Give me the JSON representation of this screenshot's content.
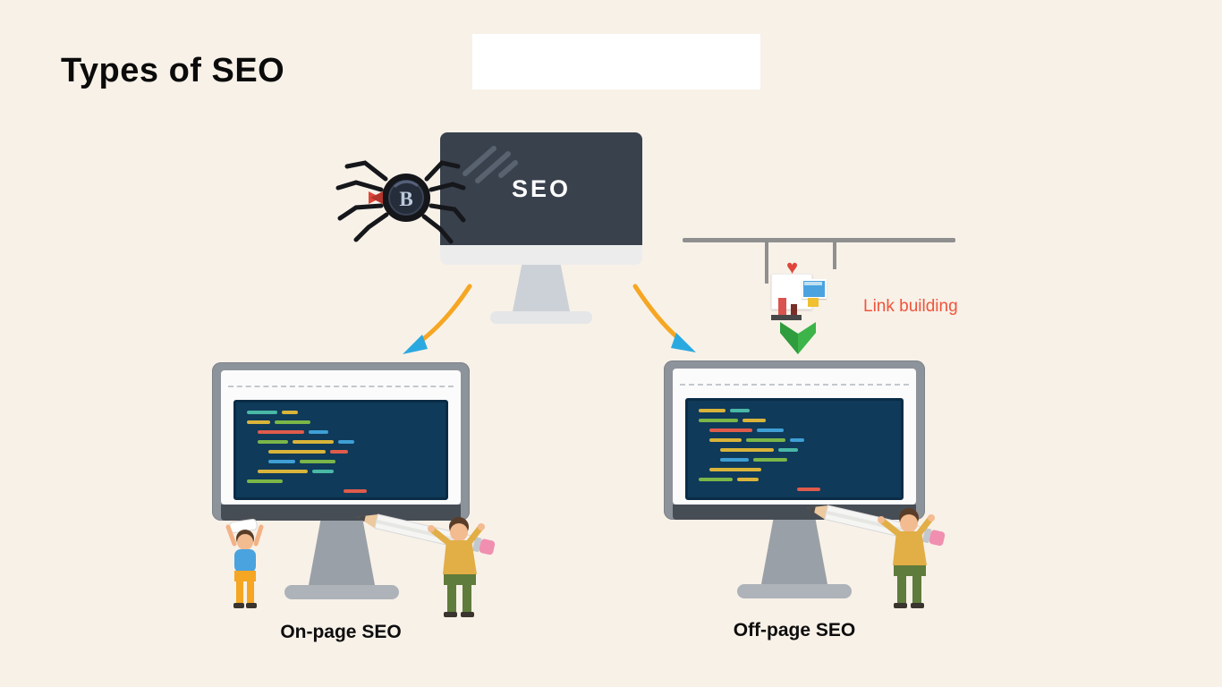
{
  "page": {
    "title": "Types of SEO",
    "background": "#f8f1e8"
  },
  "center": {
    "screen_label": "SEO"
  },
  "crawler": {
    "badge": "B"
  },
  "link_building": {
    "label": "Link building",
    "text_color": "#f0543c"
  },
  "stations": {
    "left": {
      "caption": "On-page SEO"
    },
    "right": {
      "caption": "Off-page SEO"
    }
  },
  "colors": {
    "background": "#f8f1e8",
    "monitor_dark": "#39414d",
    "code_panel": "#0f3a5a",
    "arrow": "#f5a623",
    "arrowhead": "#2aa9e0",
    "green_arrow": "#3cb44a",
    "caption_text": "#0d0d0d"
  },
  "code_rows_left": [
    {
      "indent": 2,
      "seg": [
        {
          "w": 34,
          "c": "#49b8a5"
        },
        {
          "w": 18,
          "c": "#d9b43a"
        }
      ]
    },
    {
      "indent": 2,
      "seg": [
        {
          "w": 26,
          "c": "#d9b43a"
        },
        {
          "w": 40,
          "c": "#7ab648"
        }
      ]
    },
    {
      "indent": 14,
      "seg": [
        {
          "w": 52,
          "c": "#e05b4b"
        },
        {
          "w": 22,
          "c": "#3e9fd4"
        }
      ]
    },
    {
      "indent": 14,
      "seg": [
        {
          "w": 34,
          "c": "#7ab648"
        },
        {
          "w": 46,
          "c": "#d9b43a"
        },
        {
          "w": 18,
          "c": "#3e9fd4"
        }
      ]
    },
    {
      "indent": 26,
      "seg": [
        {
          "w": 64,
          "c": "#d9b43a"
        },
        {
          "w": 20,
          "c": "#e05b4b"
        }
      ]
    },
    {
      "indent": 26,
      "seg": [
        {
          "w": 30,
          "c": "#3e9fd4"
        },
        {
          "w": 40,
          "c": "#7ab648"
        }
      ]
    },
    {
      "indent": 14,
      "seg": [
        {
          "w": 56,
          "c": "#d9b43a"
        },
        {
          "w": 24,
          "c": "#49b8a5"
        }
      ]
    },
    {
      "indent": 2,
      "seg": [
        {
          "w": 40,
          "c": "#7ab648"
        }
      ]
    },
    {
      "indent": 110,
      "seg": [
        {
          "w": 26,
          "c": "#e05b4b"
        }
      ]
    }
  ],
  "code_rows_right": [
    {
      "indent": 2,
      "seg": [
        {
          "w": 30,
          "c": "#d9b43a"
        },
        {
          "w": 22,
          "c": "#49b8a5"
        }
      ]
    },
    {
      "indent": 2,
      "seg": [
        {
          "w": 44,
          "c": "#7ab648"
        },
        {
          "w": 26,
          "c": "#d9b43a"
        }
      ]
    },
    {
      "indent": 14,
      "seg": [
        {
          "w": 48,
          "c": "#e05b4b"
        },
        {
          "w": 30,
          "c": "#3e9fd4"
        }
      ]
    },
    {
      "indent": 14,
      "seg": [
        {
          "w": 36,
          "c": "#d9b43a"
        },
        {
          "w": 44,
          "c": "#7ab648"
        },
        {
          "w": 16,
          "c": "#3e9fd4"
        }
      ]
    },
    {
      "indent": 26,
      "seg": [
        {
          "w": 60,
          "c": "#d9b43a"
        },
        {
          "w": 22,
          "c": "#49b8a5"
        }
      ]
    },
    {
      "indent": 26,
      "seg": [
        {
          "w": 32,
          "c": "#3e9fd4"
        },
        {
          "w": 38,
          "c": "#7ab648"
        }
      ]
    },
    {
      "indent": 14,
      "seg": [
        {
          "w": 58,
          "c": "#d9b43a"
        }
      ]
    },
    {
      "indent": 2,
      "seg": [
        {
          "w": 38,
          "c": "#7ab648"
        },
        {
          "w": 24,
          "c": "#d9b43a"
        }
      ]
    },
    {
      "indent": 112,
      "seg": [
        {
          "w": 26,
          "c": "#e05b4b"
        }
      ]
    }
  ]
}
